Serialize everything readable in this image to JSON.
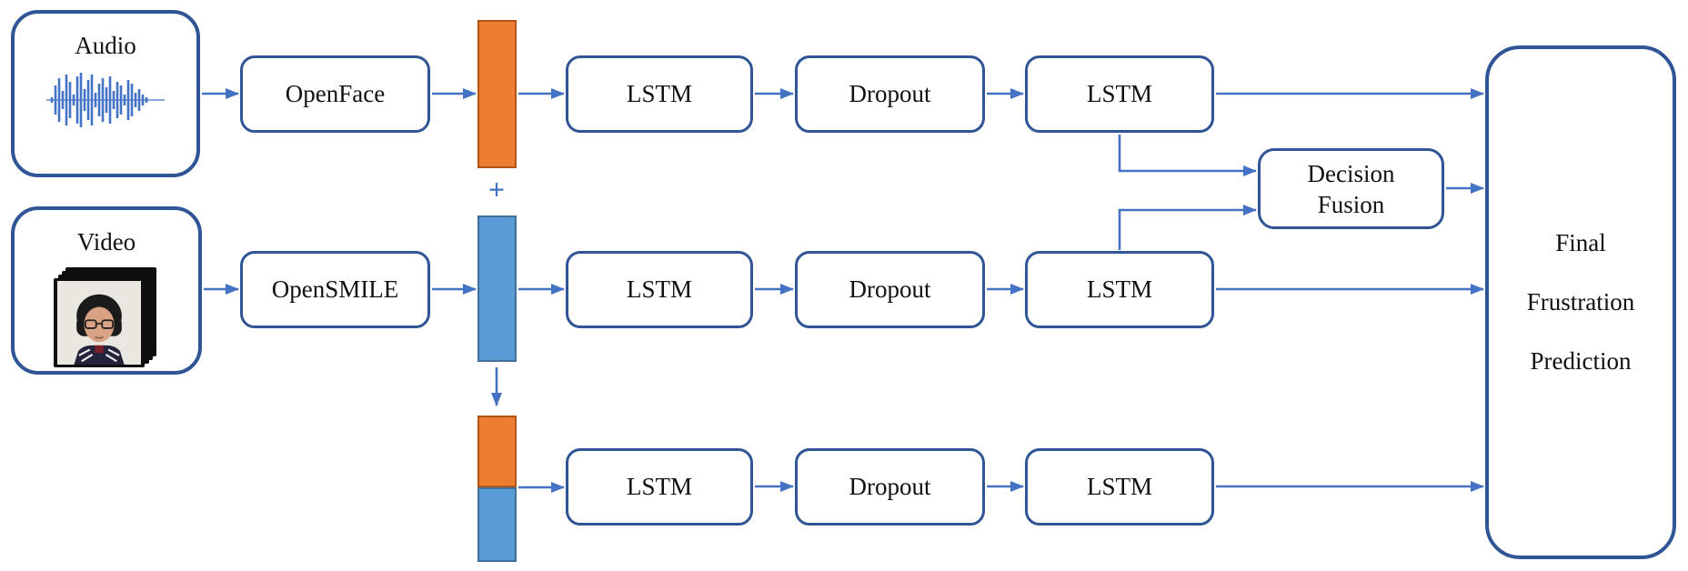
{
  "theme": {
    "ink": "#2F5597",
    "arrow": "#4472C4",
    "orange": "#ED7D31",
    "orange_border": "#B25514",
    "blue": "#5B9BD5",
    "blue_border": "#41719C",
    "text": "#111111",
    "bg": "#ffffff"
  },
  "nodes": {
    "audio": {
      "label": "Audio"
    },
    "video": {
      "label": "Video"
    },
    "openface": {
      "label": "OpenFace"
    },
    "opensmile": {
      "label": "OpenSMILE"
    },
    "lstm": {
      "label": "LSTM"
    },
    "dropout": {
      "label": "Dropout"
    },
    "decision_fusion": {
      "line1": "Decision",
      "line2": "Fusion"
    },
    "final": {
      "line1": "Final",
      "line2": "Frustration",
      "line3": "Prediction"
    }
  },
  "operators": {
    "plus": "+"
  },
  "icons": {
    "waveform": "waveform-icon",
    "video_frames": "video-frames-icon"
  }
}
